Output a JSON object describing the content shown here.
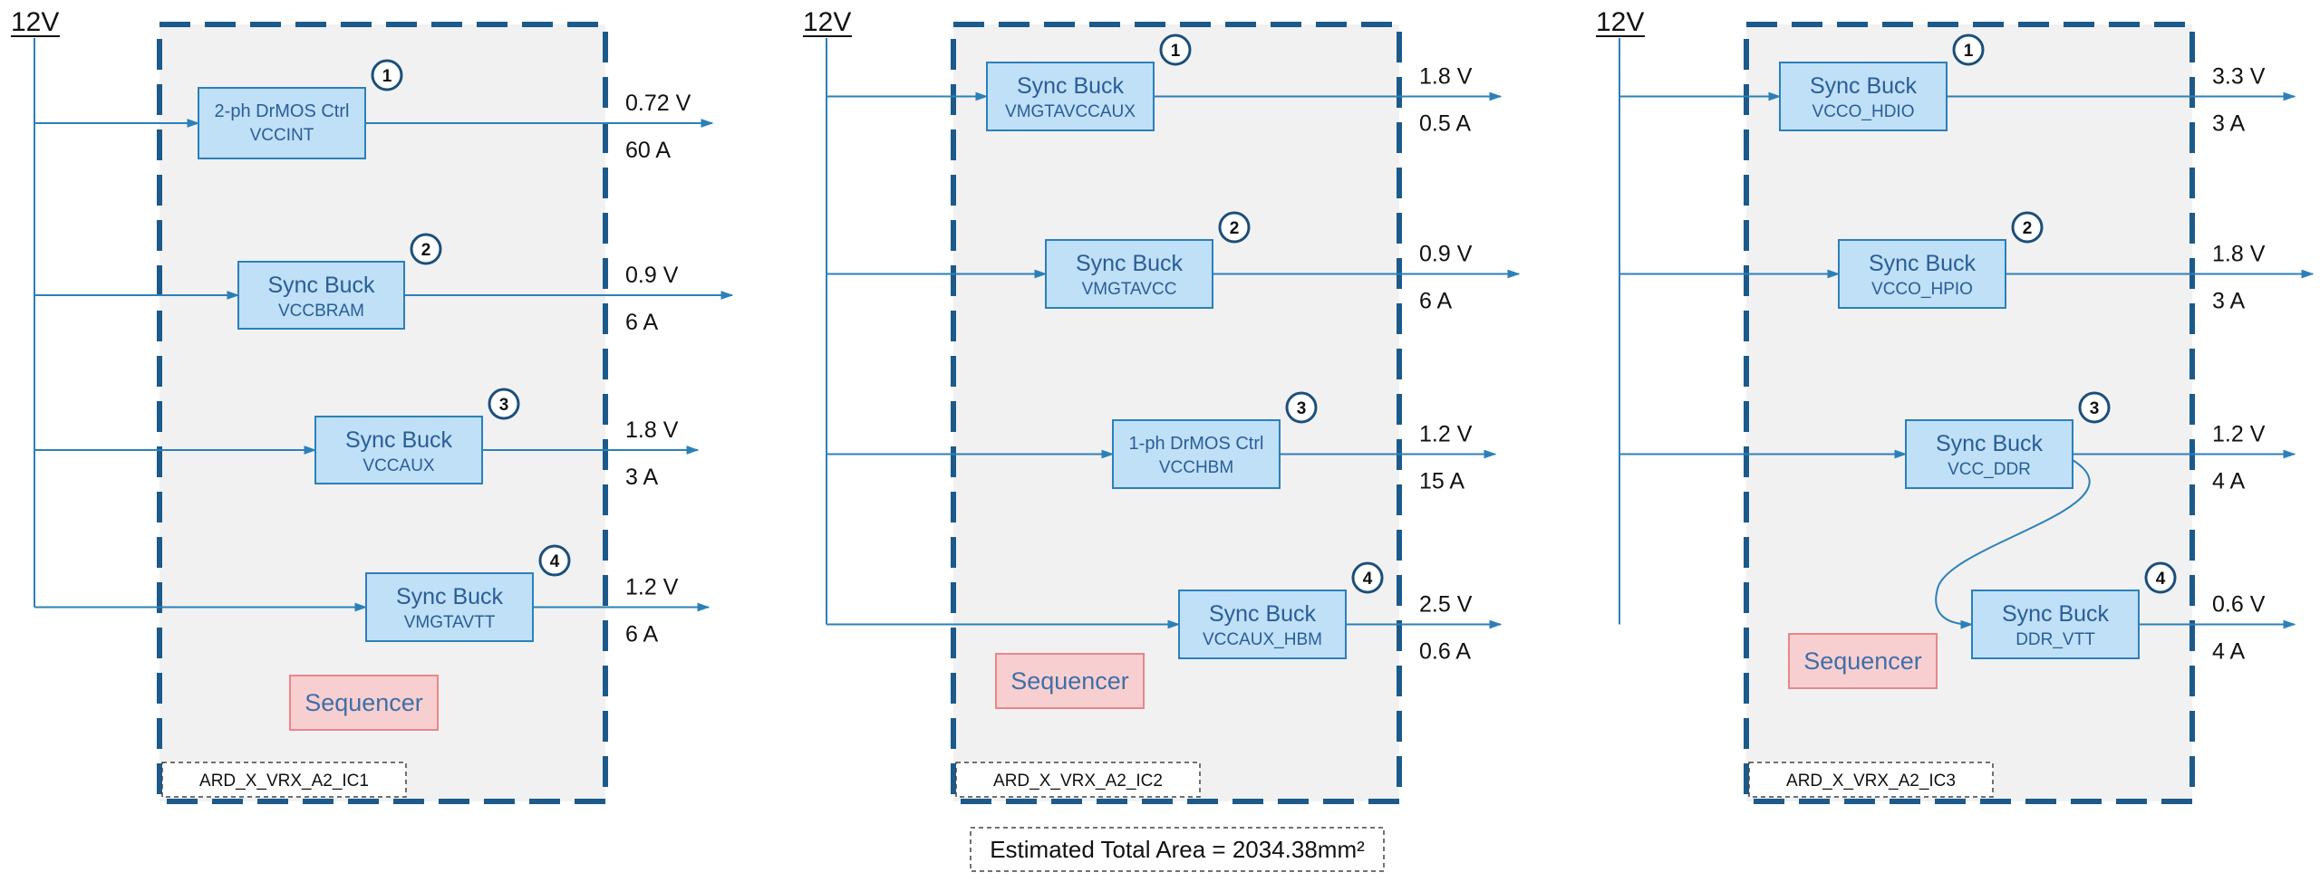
{
  "colors": {
    "wire": "#2c80b9",
    "ic_border": "#1b5a8a",
    "ic_fill": "#f1f1f1",
    "reg_fill": "#bfe0f6",
    "reg_stroke": "#2c80b9",
    "reg_text": "#2a5d97",
    "seq_fill": "#f8cfd0",
    "seq_stroke": "#e7868a",
    "seq_text": "#3f6fa8"
  },
  "supply_label": "12V",
  "sequencer_label": "Sequencer",
  "footer": "Estimated Total Area = 2034.38mm²",
  "ics": [
    {
      "name": "ARD_X_VRX_A2_IC1",
      "regulators": [
        {
          "num": "1",
          "line1": "2-ph DrMOS Ctrl",
          "line2": "VCCINT",
          "voltage": "0.72 V",
          "current": "60 A"
        },
        {
          "num": "2",
          "line1": "Sync Buck",
          "line2": "VCCBRAM",
          "voltage": "0.9 V",
          "current": "6 A"
        },
        {
          "num": "3",
          "line1": "Sync Buck",
          "line2": "VCCAUX",
          "voltage": "1.8 V",
          "current": "3 A"
        },
        {
          "num": "4",
          "line1": "Sync Buck",
          "line2": "VMGTAVTT",
          "voltage": "1.2 V",
          "current": "6 A"
        }
      ]
    },
    {
      "name": "ARD_X_VRX_A2_IC2",
      "regulators": [
        {
          "num": "1",
          "line1": "Sync Buck",
          "line2": "VMGTAVCCAUX",
          "voltage": "1.8 V",
          "current": "0.5 A"
        },
        {
          "num": "2",
          "line1": "Sync Buck",
          "line2": "VMGTAVCC",
          "voltage": "0.9 V",
          "current": "6 A"
        },
        {
          "num": "3",
          "line1": "1-ph DrMOS Ctrl",
          "line2": "VCCHBM",
          "voltage": "1.2 V",
          "current": "15 A"
        },
        {
          "num": "4",
          "line1": "Sync Buck",
          "line2": "VCCAUX_HBM",
          "voltage": "2.5 V",
          "current": "0.6 A"
        }
      ]
    },
    {
      "name": "ARD_X_VRX_A2_IC3",
      "regulators": [
        {
          "num": "1",
          "line1": "Sync Buck",
          "line2": "VCCO_HDIO",
          "voltage": "3.3 V",
          "current": "3 A"
        },
        {
          "num": "2",
          "line1": "Sync Buck",
          "line2": "VCCO_HPIO",
          "voltage": "1.8 V",
          "current": "3 A"
        },
        {
          "num": "3",
          "line1": "Sync Buck",
          "line2": "VCC_DDR",
          "voltage": "1.2 V",
          "current": "4 A"
        },
        {
          "num": "4",
          "line1": "Sync Buck",
          "line2": "DDR_VTT",
          "voltage": "0.6 V",
          "current": "4 A"
        }
      ]
    }
  ]
}
